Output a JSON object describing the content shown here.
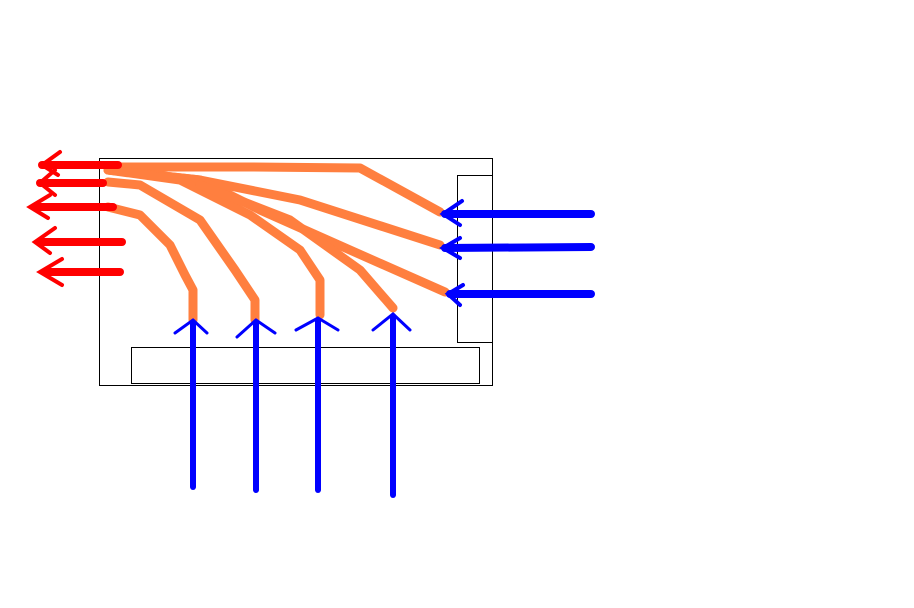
{
  "diagram": {
    "colors": {
      "outlet_arrow": "#ff0000",
      "inlet_arrow": "#0000ff",
      "flow_path": "#ff7f3f",
      "outline": "#000000"
    },
    "outlet_arrow_count": 5,
    "bottom_inlet_count": 4,
    "side_inlet_count": 3
  }
}
